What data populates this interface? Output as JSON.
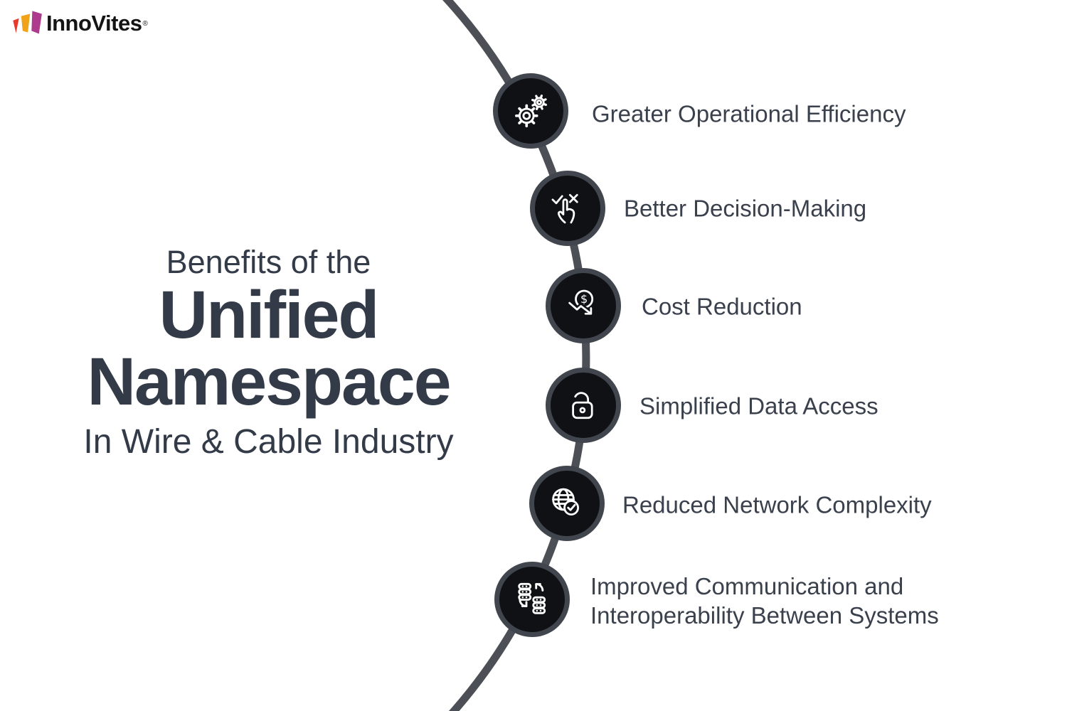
{
  "brand": {
    "name": "InnoVites",
    "registered_mark": "®"
  },
  "title": {
    "intro": "Benefits of the",
    "main_line1": "Unified",
    "main_line2": "Namespace",
    "subtitle": "In Wire & Cable Industry"
  },
  "benefits": [
    {
      "label": "Greater Operational Efficiency",
      "icon": "gears-icon"
    },
    {
      "label": "Better Decision-Making",
      "icon": "decision-hand-icon"
    },
    {
      "label": "Cost Reduction",
      "icon": "dollar-decrease-icon"
    },
    {
      "label": "Simplified Data Access",
      "icon": "unlocked-padlock-icon"
    },
    {
      "label": "Reduced Network Complexity",
      "icon": "globe-check-icon"
    },
    {
      "label": "Improved Communication and Interoperability Between Systems",
      "icon": "database-sync-icon"
    }
  ],
  "icons": {
    "dollar_glyph": "$"
  },
  "colors": {
    "curve_line": "#4c5056",
    "node_ring": "#41454d",
    "node_fill": "#0f1115",
    "title_text": "#343b48",
    "label_text": "#3a414d",
    "logo_red": "#e8392b",
    "logo_orange": "#f0a219",
    "logo_magenta": "#ad3a8d"
  }
}
